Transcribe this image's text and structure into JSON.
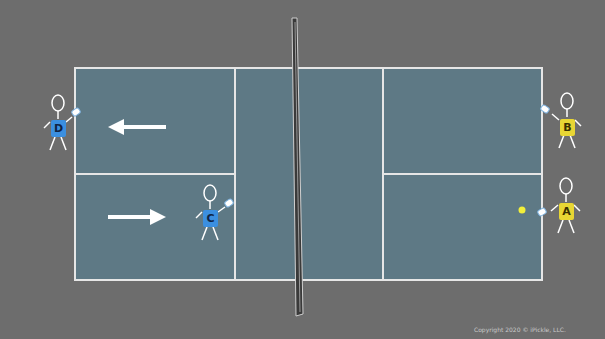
{
  "diagram": {
    "nodes": [
      {
        "text": [
          "D"
        ]
      },
      {
        "text": [
          "B"
        ]
      },
      {
        "text": [
          "C"
        ]
      },
      {
        "text": [
          "A"
        ]
      }
    ],
    "labels": [
      "Copyright 2020 © iPickle, LLC."
    ]
  }
}
